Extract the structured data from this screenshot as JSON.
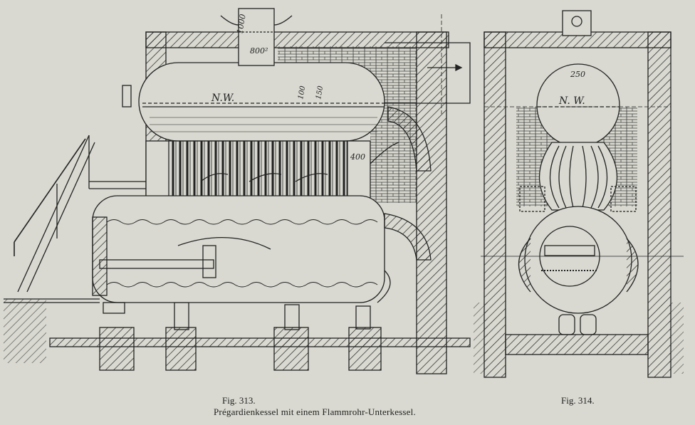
{
  "figures": {
    "fig313": {
      "label": "Fig. 313."
    },
    "fig314": {
      "label": "Fig. 314."
    }
  },
  "caption": "Prégardienkessel mit einem Flammrohr-Unterkessel.",
  "annotations": {
    "steam_dome_height": "1000",
    "steam_pipe_diameter": "800²",
    "water_level_313": "N.W.",
    "water_level_314": "N. W.",
    "dim_100": "100",
    "dim_150": "150",
    "dim_400": "400",
    "dim_250": "250"
  },
  "colors": {
    "paper": "#d9d9d1",
    "ink": "#222222"
  }
}
